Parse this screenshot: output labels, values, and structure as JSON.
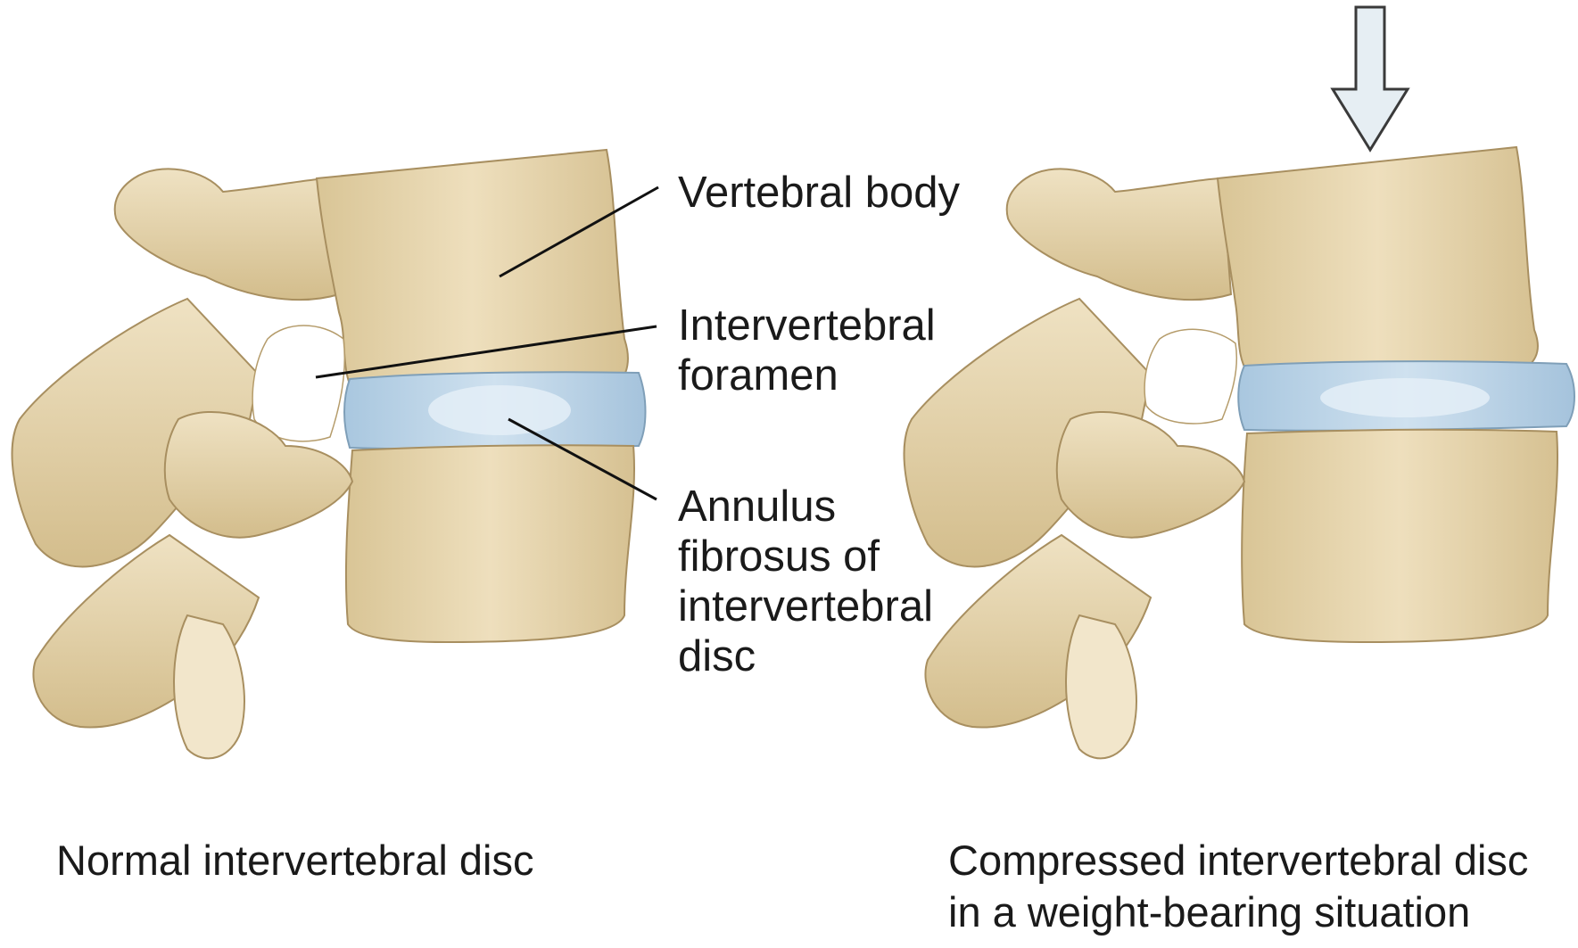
{
  "labels": {
    "vertebral_body": "Vertebral body",
    "intervertebral_foramen": [
      "Intervertebral",
      "foramen"
    ],
    "annulus_fibrosus": [
      "Annulus",
      "fibrosus of",
      "intervertebral",
      "disc"
    ]
  },
  "captions": {
    "normal": "Normal intervertebral disc",
    "compressed": [
      "Compressed intervertebral disc",
      "in a weight-bearing situation"
    ]
  },
  "colors": {
    "bone": "#e6d3a8",
    "bone_shadow": "#c9b283",
    "bone_outline": "#9c8558",
    "disc": "#bcd6ea",
    "disc_outline": "#7f9fb8",
    "nucleus": "#e4eef7",
    "arrow_fill": "#e6eef3",
    "arrow_stroke": "#3a3a3a",
    "leader_line": "#111111"
  }
}
